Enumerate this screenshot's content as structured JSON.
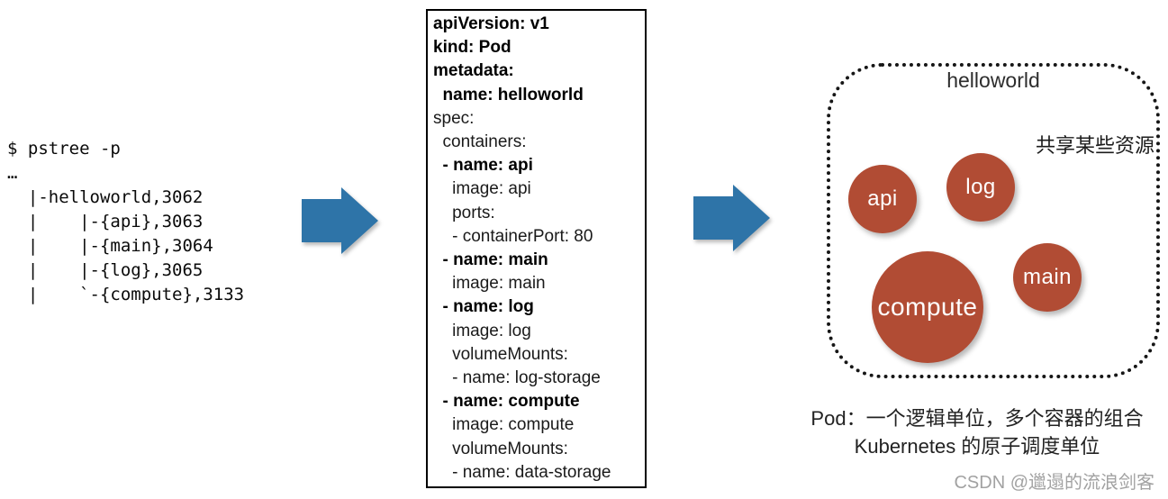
{
  "terminal": {
    "lines": [
      "$ pstree -p",
      "…",
      "  |-helloworld,3062",
      "  |    |-{api},3063",
      "  |    |-{main},3064",
      "  |    |-{log},3065",
      "  |    `-{compute},3133"
    ]
  },
  "yaml_box": {
    "lines": [
      {
        "text": "apiVersion: v1",
        "bold": true
      },
      {
        "text": "kind: Pod",
        "bold": true
      },
      {
        "text": "metadata:",
        "bold": true
      },
      {
        "text": "  name: helloworld",
        "bold": true
      },
      {
        "text": "spec:",
        "bold": false
      },
      {
        "text": "  containers:",
        "bold": false
      },
      {
        "text": "  - name: api",
        "bold": true
      },
      {
        "text": "    image: api",
        "bold": false
      },
      {
        "text": "    ports:",
        "bold": false
      },
      {
        "text": "    - containerPort: 80",
        "bold": false
      },
      {
        "text": "  - name: main",
        "bold": true
      },
      {
        "text": "    image: main",
        "bold": false
      },
      {
        "text": "  - name: log",
        "bold": true
      },
      {
        "text": "    image: log",
        "bold": false
      },
      {
        "text": "    volumeMounts:",
        "bold": false
      },
      {
        "text": "    - name: log-storage",
        "bold": false
      },
      {
        "text": "  - name: compute",
        "bold": true
      },
      {
        "text": "    image: compute",
        "bold": false
      },
      {
        "text": "    volumeMounts:",
        "bold": false
      },
      {
        "text": "    - name: data-storage",
        "bold": false
      }
    ]
  },
  "arrows": {
    "color": "#2e74a8"
  },
  "pod_diagram": {
    "title": "helloworld",
    "share_label": "共享某些资源",
    "container_color": "#b14c34",
    "containers": [
      {
        "label": "api"
      },
      {
        "label": "log"
      },
      {
        "label": "main"
      },
      {
        "label": "compute"
      }
    ]
  },
  "caption": {
    "line1": "Pod：一个逻辑单位，多个容器的组合",
    "line2": "Kubernetes 的原子调度单位"
  },
  "watermark": {
    "text": "CSDN @邋遢的流浪剑客"
  }
}
